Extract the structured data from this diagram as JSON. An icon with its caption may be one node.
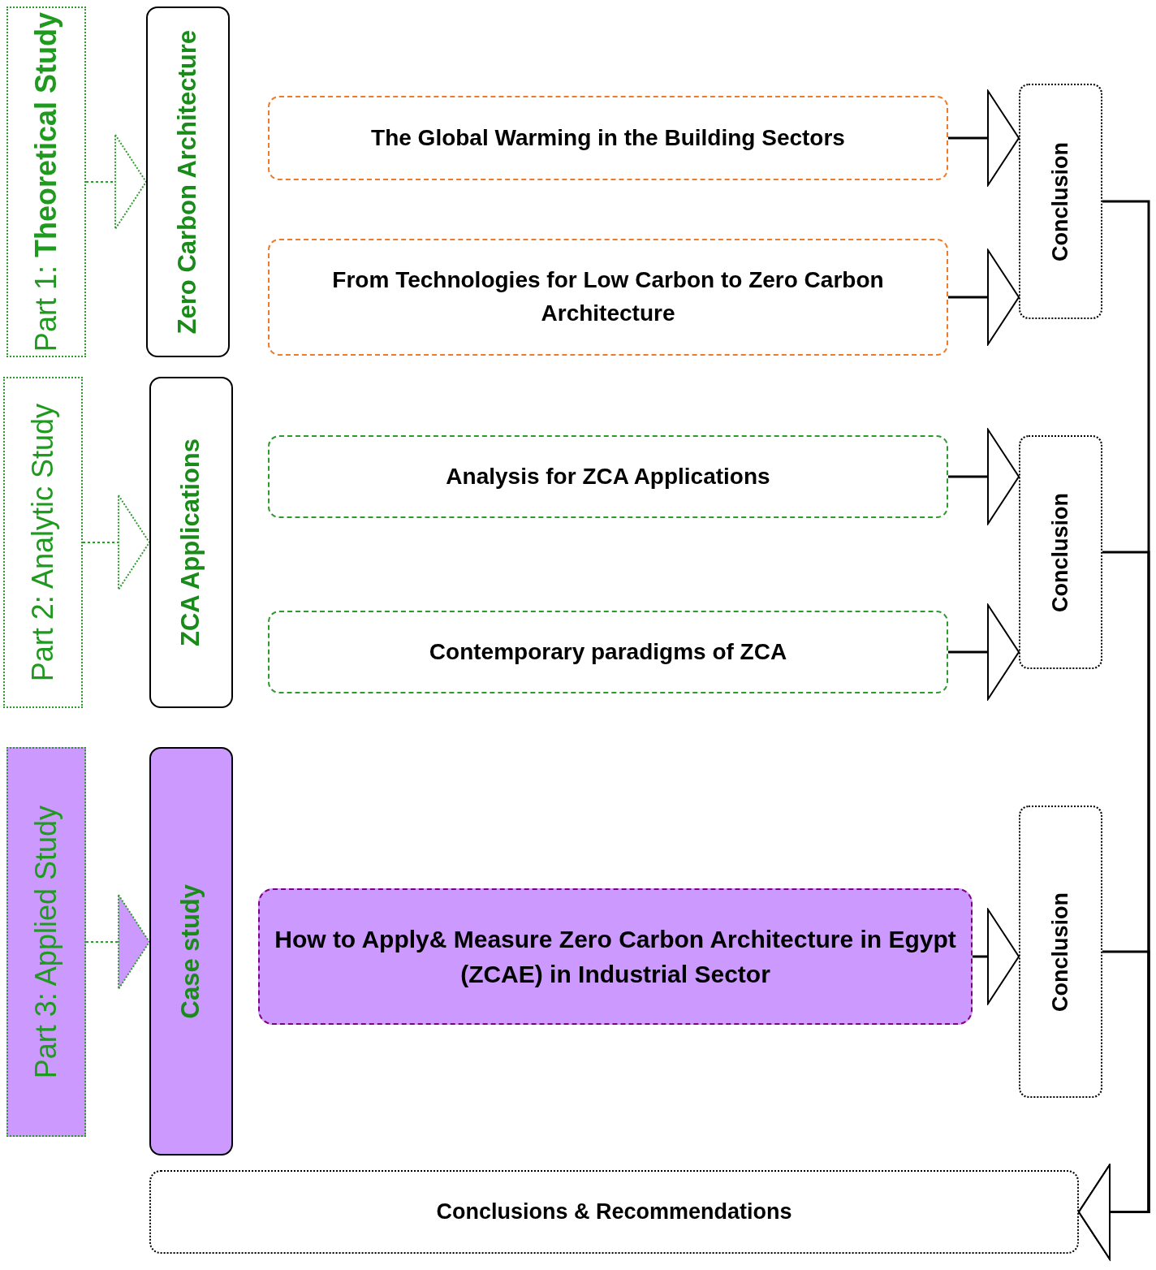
{
  "diagram": {
    "nodes": [
      {
        "text": [
          "Part 1: **Theoretical Study**"
        ]
      },
      {
        "text": [
          "Zero Carbon Architecture"
        ]
      },
      {
        "text": [
          "The Global Warming in the Building Sectors"
        ]
      },
      {
        "text": [
          "From Technologies for Low Carbon to Zero Carbon Architecture"
        ]
      },
      {
        "text": [
          "Conclusion"
        ]
      },
      {
        "text": [
          "Part 2: Analytic Study"
        ]
      },
      {
        "text": [
          "ZCA Applications"
        ]
      },
      {
        "text": [
          "Analysis for ZCA Applications"
        ]
      },
      {
        "text": [
          "Contemporary paradigms of ZCA"
        ]
      },
      {
        "text": [
          "Conclusion"
        ]
      },
      {
        "text": [
          "Part 3: Applied Study"
        ]
      },
      {
        "text": [
          "Case study"
        ]
      },
      {
        "text": [
          "How to Apply& Measure Zero Carbon Architecture in Egypt (ZCAE) in Industrial Sector"
        ]
      },
      {
        "text": [
          "Conclusion"
        ]
      },
      {
        "text": [
          "Conclusions & Recommendations"
        ]
      }
    ],
    "edges": [
      {
        "from": 0,
        "to": 1,
        "arrow": "to",
        "style": "dashed",
        "color": "#2e9a2e"
      },
      {
        "from": 2,
        "to": 4,
        "arrow": "to"
      },
      {
        "from": 3,
        "to": 4,
        "arrow": "to"
      },
      {
        "from": 5,
        "to": 6,
        "arrow": "to",
        "style": "dashed",
        "color": "#2e9a2e"
      },
      {
        "from": 7,
        "to": 9,
        "arrow": "to"
      },
      {
        "from": 8,
        "to": 9,
        "arrow": "to"
      },
      {
        "from": 10,
        "to": 11,
        "arrow": "to",
        "style": "dashed",
        "color": "#2e9a2e"
      },
      {
        "from": 12,
        "to": 13,
        "arrow": "to"
      },
      {
        "from": 4,
        "to": 14,
        "arrow": "to"
      },
      {
        "from": 9,
        "to": 14,
        "arrow": "to"
      },
      {
        "from": 13,
        "to": 14,
        "arrow": "to"
      }
    ]
  }
}
